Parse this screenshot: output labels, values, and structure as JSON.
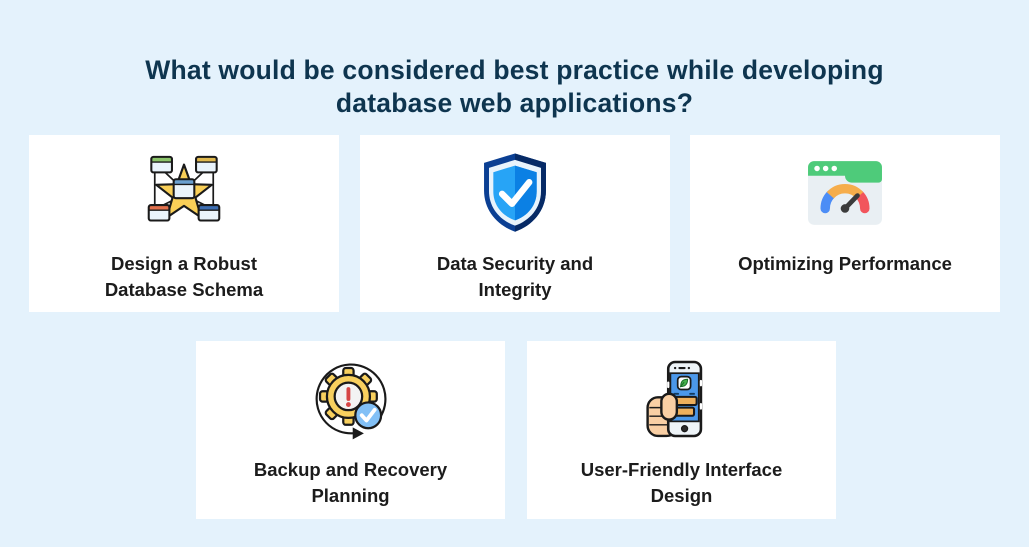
{
  "header": {
    "title": "What would be considered best practice while developing\ndatabase web applications?"
  },
  "cards": [
    {
      "label": "Design a Robust\nDatabase Schema",
      "icon": "database-schema-star-icon"
    },
    {
      "label": "Data Security and\nIntegrity",
      "icon": "shield-check-icon"
    },
    {
      "label": "Optimizing Performance",
      "icon": "speedometer-browser-icon"
    },
    {
      "label": "Backup and Recovery\nPlanning",
      "icon": "gear-alert-sync-check-icon"
    },
    {
      "label": "User-Friendly Interface\nDesign",
      "icon": "hand-holding-phone-icon"
    }
  ],
  "colors": {
    "background": "#e4f2fc",
    "title_text": "#0e354f",
    "card_background": "#ffffff",
    "label_text": "#1c1c1c",
    "outline_black": "#1a1a1a",
    "star_yellow": "#f9cf57",
    "table_body_blue": "#eaf4fc",
    "table_header_green": "#8bc46a",
    "table_header_gold": "#e0b94f",
    "table_header_coral": "#e2714d",
    "table_header_blue": "#3e6fb2",
    "table_header_sky": "#6aa0d0",
    "shield_navy": "#0b3f93",
    "shield_navy_dark": "#062a66",
    "shield_rim_white": "#e8f3fc",
    "shield_blue": "#27a4f6",
    "shield_blue_dark": "#0b80e4",
    "browser_body_gray": "#e9eff3",
    "browser_header_green": "#4ecb7a",
    "gauge_blue": "#4c8df6",
    "gauge_orange": "#f6ad4b",
    "gauge_red": "#f2555c",
    "needle_dark": "#3b3b3b",
    "gear_yellow": "#f8d05e",
    "alert_red": "#d64545",
    "check_badge_blue": "#82c0f6",
    "hand_peach": "#f9cfa4",
    "phone_bezel": "#eef4f8",
    "phone_screen_blue": "#4b98ea",
    "leaf_green": "#46b14c",
    "ui_bar_tan": "#eeb05c"
  }
}
